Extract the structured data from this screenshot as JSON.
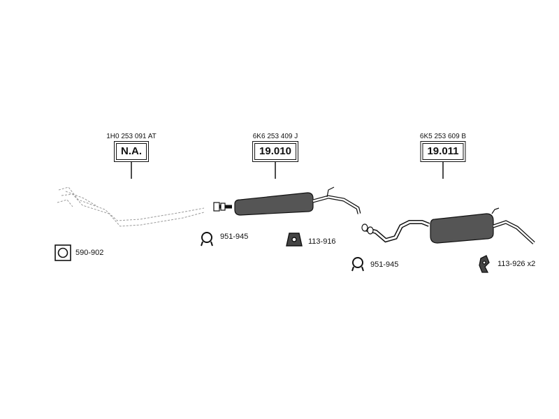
{
  "components": [
    {
      "ref": "1H0 253 091 AT",
      "code": "N.A."
    },
    {
      "ref": "6K6 253 409 J",
      "code": "19.010"
    },
    {
      "ref": "6K5 253 609 B",
      "code": "19.011"
    }
  ],
  "accessories": [
    {
      "label": "590-902",
      "icon": "gasket-icon"
    },
    {
      "label": "951-945",
      "icon": "clamp-icon"
    },
    {
      "label": "113-916",
      "icon": "rubber-mount-icon"
    },
    {
      "label": "951-945",
      "icon": "clamp-icon"
    },
    {
      "label": "113-926 x2",
      "icon": "hanger-icon"
    }
  ],
  "colors": {
    "line": "#111111",
    "fill": "#555555",
    "dashed": "#999999"
  }
}
